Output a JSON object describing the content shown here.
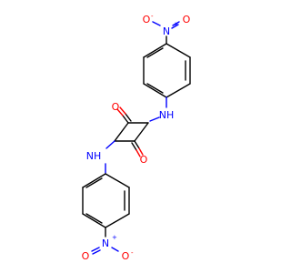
{
  "structure": {
    "atoms": {
      "oxygen": "O",
      "nitrogen": "N",
      "amine": "NH",
      "plus": "+",
      "minus": "-"
    },
    "colors": {
      "bond": "#000000",
      "oxygen": "#ff0000",
      "nitrogen": "#0000ff"
    }
  }
}
